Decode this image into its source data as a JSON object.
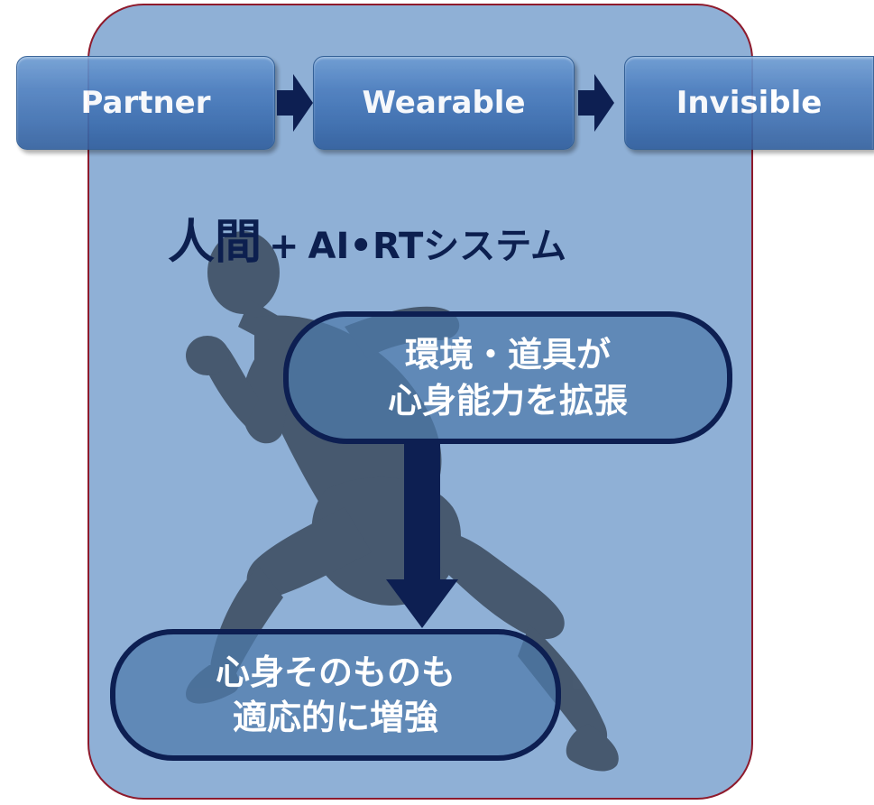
{
  "steps": [
    {
      "label": "Partner"
    },
    {
      "label": "Wearable"
    },
    {
      "label": "Invisible"
    }
  ],
  "heading": {
    "kanji": "人間",
    "plus": "+",
    "rest": "AI•RTシステム"
  },
  "top_box": {
    "line1": "環境・道具が",
    "line2": "心身能力を拡張"
  },
  "bottom_box": {
    "line1": "心身そのものも",
    "line2": "適応的に増強"
  },
  "colors": {
    "panel_fill": "#8fb0d6",
    "panel_border": "#8e1a2c",
    "dark_navy": "#0d1f52",
    "step_blue": "#4f80c0",
    "silhouette": "#44556a"
  },
  "icons": {
    "runner": "runner-silhouette",
    "step_arrow": "chevron-right-arrow",
    "flow_arrow": "arrow-down"
  }
}
